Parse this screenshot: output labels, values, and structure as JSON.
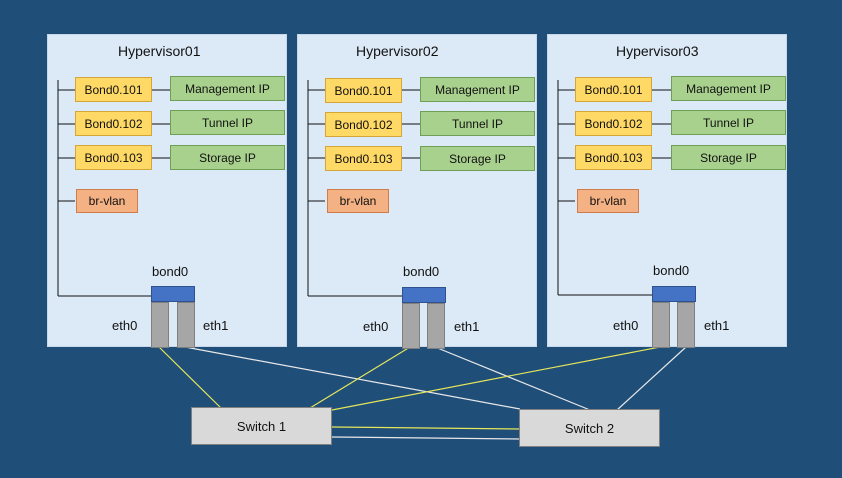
{
  "hypervisors": [
    {
      "title": "Hypervisor01",
      "subinterfaces": [
        "Bond0.101",
        "Bond0.102",
        "Bond0.103"
      ],
      "ips": [
        "Management IP",
        "Tunnel IP",
        "Storage IP"
      ],
      "bridge": "br-vlan",
      "bond": "bond0",
      "ports": [
        "eth0",
        "eth1"
      ]
    },
    {
      "title": "Hypervisor02",
      "subinterfaces": [
        "Bond0.101",
        "Bond0.102",
        "Bond0.103"
      ],
      "ips": [
        "Management IP",
        "Tunnel IP",
        "Storage IP"
      ],
      "bridge": "br-vlan",
      "bond": "bond0",
      "ports": [
        "eth0",
        "eth1"
      ]
    },
    {
      "title": "Hypervisor03",
      "subinterfaces": [
        "Bond0.101",
        "Bond0.102",
        "Bond0.103"
      ],
      "ips": [
        "Management IP",
        "Tunnel IP",
        "Storage IP"
      ],
      "bridge": "br-vlan",
      "bond": "bond0",
      "ports": [
        "eth0",
        "eth1"
      ]
    }
  ],
  "switches": [
    "Switch 1",
    "Switch 2"
  ],
  "colors": {
    "background": "#1f4e79",
    "hypervisor_panel": "#dce9f6",
    "subinterface": "#ffd966",
    "ip": "#a9d18e",
    "bridge": "#f4b183",
    "bond": "#4472c4",
    "port": "#a6a6a6",
    "switch": "#d9d9d9",
    "link_switch1": "#e6e65a",
    "link_switch2": "#e8e8e8"
  }
}
